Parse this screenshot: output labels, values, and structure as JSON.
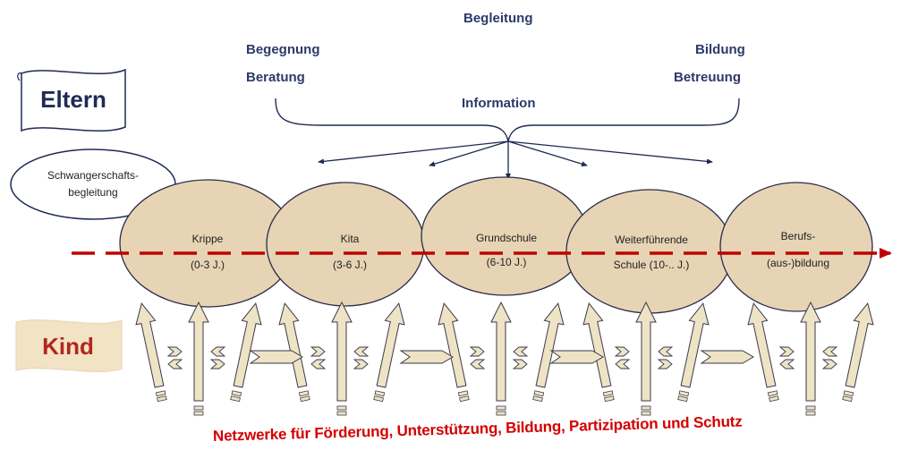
{
  "top_labels": {
    "begleitung": "Begleitung",
    "begegnung": "Begegnung",
    "beratung": "Beratung",
    "bildung": "Bildung",
    "betreuung": "Betreuung",
    "information": "Information"
  },
  "eltern": "Eltern",
  "kind": "Kind",
  "schwangerschaft": {
    "line1": "Schwangerschafts-",
    "line2": "begleitung"
  },
  "stages": [
    {
      "line1": "Krippe",
      "line2": "(0-3 J.)"
    },
    {
      "line1": "Kita",
      "line2": "(3-6 J.)"
    },
    {
      "line1": "Grundschule",
      "line2": "(6-10 J.)"
    },
    {
      "line1": "Weiterführende",
      "line2": "Schule (10-.. J.)"
    },
    {
      "line1": "Berufs-",
      "line2": "(aus-)bildung"
    }
  ],
  "bottom_text": "Netzwerke für Förderung, Unterstützung, Bildung, Partizipation und Schutz",
  "colors": {
    "ellipse_fill": "#e6d4b4",
    "ellipse_stroke": "#2b2b4a",
    "dashed_arrow": "#c00000",
    "label_blue": "#2b3a6b",
    "kind_red": "#b3261e",
    "bottom_red": "#d40000"
  }
}
